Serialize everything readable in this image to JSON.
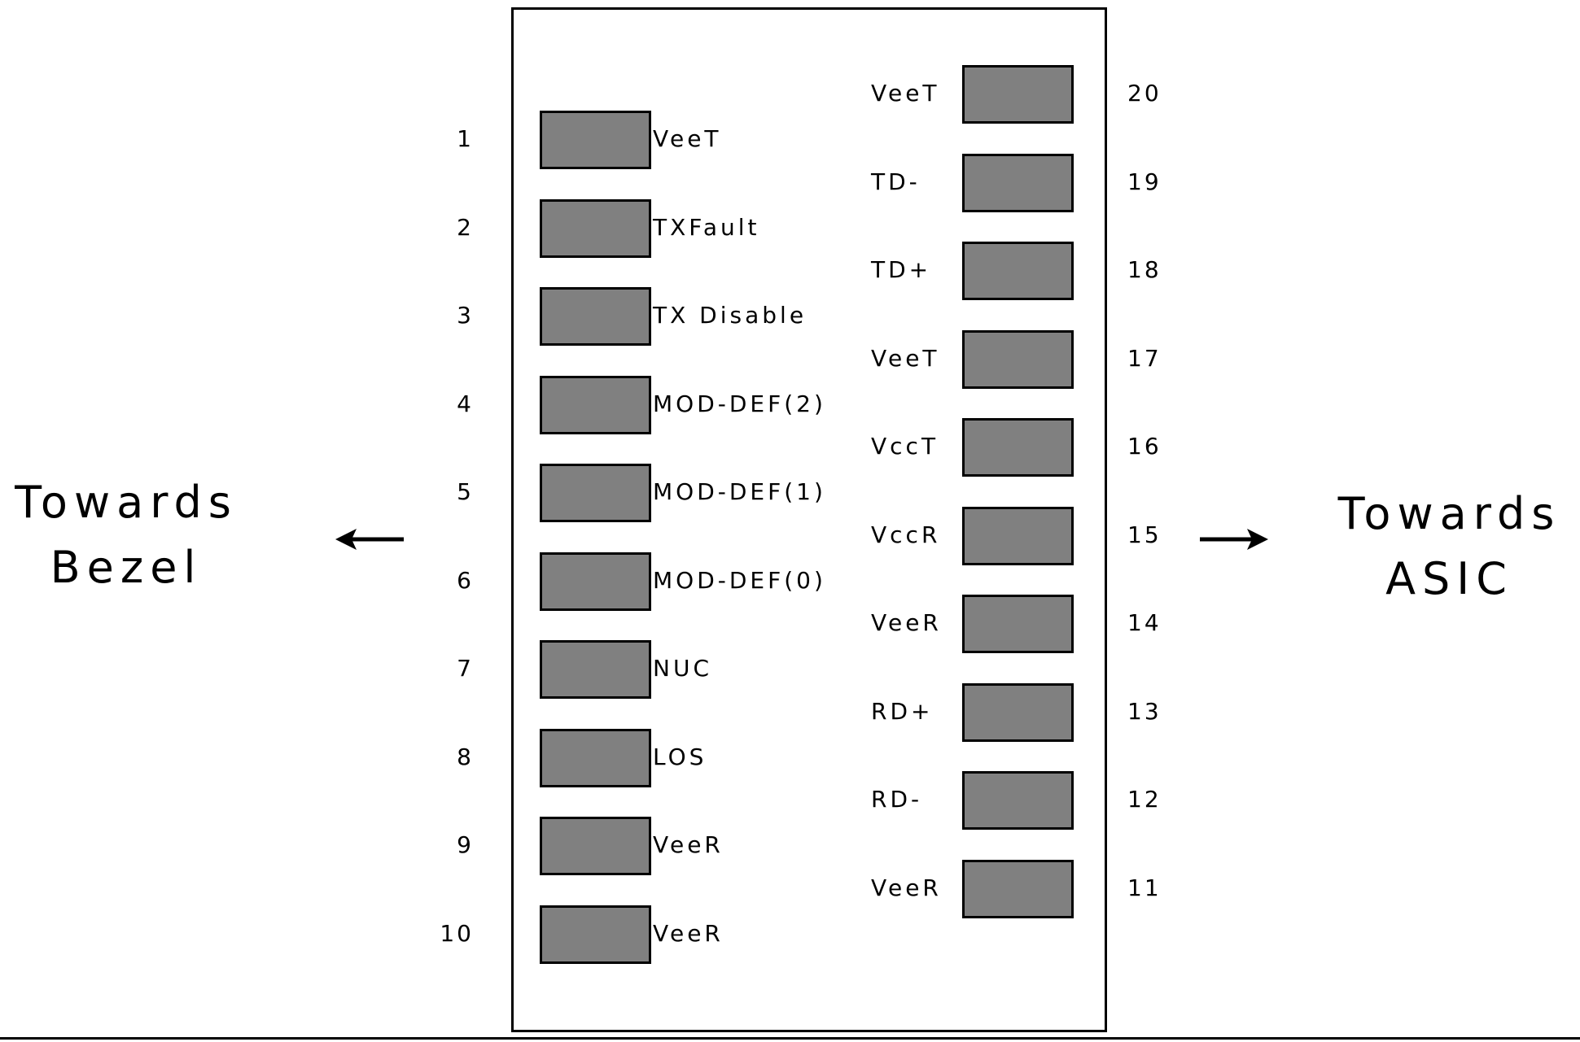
{
  "left_side": {
    "line1": "Towards",
    "line2": "Bezel"
  },
  "right_side": {
    "line1": "Towards",
    "line2": "ASIC"
  },
  "left_pins": [
    {
      "number": "1",
      "signal": "VeeT"
    },
    {
      "number": "2",
      "signal": "TXFault"
    },
    {
      "number": "3",
      "signal": "TX Disable"
    },
    {
      "number": "4",
      "signal": "MOD-DEF(2)"
    },
    {
      "number": "5",
      "signal": "MOD-DEF(1)"
    },
    {
      "number": "6",
      "signal": "MOD-DEF(0)"
    },
    {
      "number": "7",
      "signal": "NUC"
    },
    {
      "number": "8",
      "signal": "LOS"
    },
    {
      "number": "9",
      "signal": "VeeR"
    },
    {
      "number": "10",
      "signal": "VeeR"
    }
  ],
  "right_pins": [
    {
      "number": "20",
      "signal": "VeeT"
    },
    {
      "number": "19",
      "signal": "TD-"
    },
    {
      "number": "18",
      "signal": "TD+"
    },
    {
      "number": "17",
      "signal": "VeeT"
    },
    {
      "number": "16",
      "signal": "VccT"
    },
    {
      "number": "15",
      "signal": "VccR"
    },
    {
      "number": "14",
      "signal": "VeeR"
    },
    {
      "number": "13",
      "signal": "RD+"
    },
    {
      "number": "12",
      "signal": "RD-"
    },
    {
      "number": "11",
      "signal": "VeeR"
    }
  ],
  "colors": {
    "pad_fill": "#808080",
    "outline": "#000000",
    "background": "#ffffff"
  },
  "icons": {
    "left_arrow": "arrow-left-icon",
    "right_arrow": "arrow-right-icon"
  }
}
